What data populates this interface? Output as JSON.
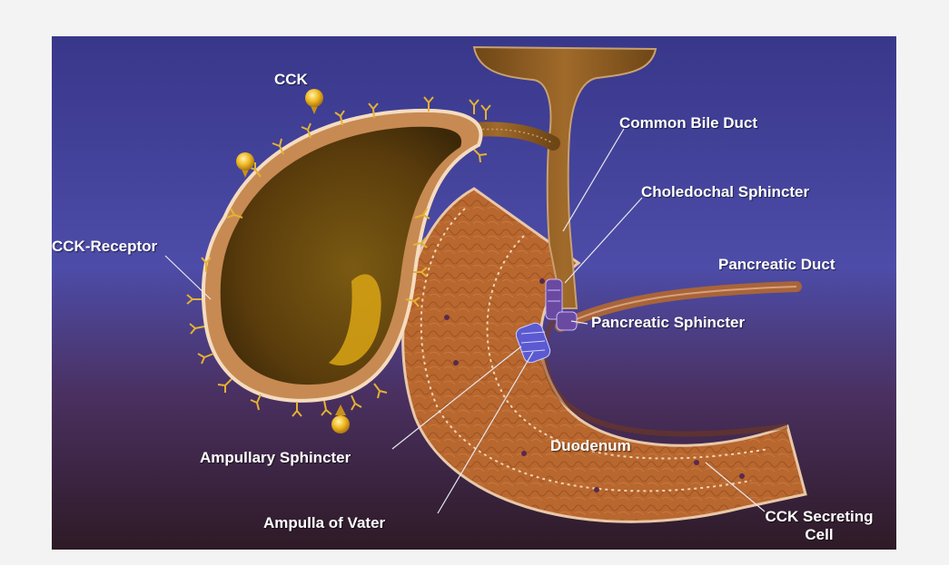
{
  "labels": {
    "cck": "CCK",
    "common_bile_duct": "Common Bile Duct",
    "choledochal_sphincter": "Choledochal Sphincter",
    "cck_receptor": "CCK-Receptor",
    "pancreatic_duct": "Pancreatic Duct",
    "pancreatic_sphincter": "Pancreatic Sphincter",
    "duodenum": "Duodenum",
    "ampullary_sphincter": "Ampullary Sphincter",
    "ampulla_of_vater": "Ampulla of Vater",
    "cck_secreting_cell_line1": "CCK Secreting",
    "cck_secreting_cell_line2": "Cell"
  },
  "colors": {
    "background_top": "#3b3a8e",
    "background_mid": "#4c4aa5",
    "background_bottom": "#3a2030",
    "gallbladder": "#6b4a10",
    "gallbladder_highlight": "#d7a413",
    "duct": "#8b5a1e",
    "duodenum_tissue": "#b86a36",
    "receptor": "#e0b030",
    "sphincter": "#6a4aa0",
    "label_text": "#ffffff"
  }
}
